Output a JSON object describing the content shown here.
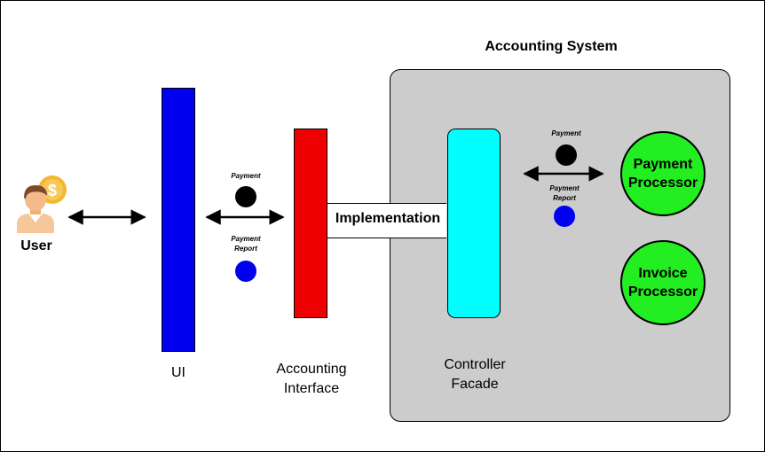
{
  "title": "Accounting System",
  "user_label": "User",
  "ui_label": "UI",
  "accounting_interface_label": "Accounting\nInterface",
  "implementation_label": "Implementation",
  "controller_facade_label": "Controller\nFacade",
  "messages_left": {
    "payment": "Payment",
    "payment_report": "Payment\nReport"
  },
  "messages_right": {
    "payment": "Payment",
    "payment_report": "Payment\nReport"
  },
  "payment_processor_label": "Payment\nProcessor",
  "invoice_processor_label": "Invoice\nProcessor",
  "colors": {
    "ui_bar": "#0000ee",
    "interface_bar": "#ee0000",
    "facade_bar": "#00ffff",
    "system_box": "#cccccc",
    "processor": "#22ee22",
    "payment_dot": "#000000",
    "report_dot": "#0000ee"
  }
}
